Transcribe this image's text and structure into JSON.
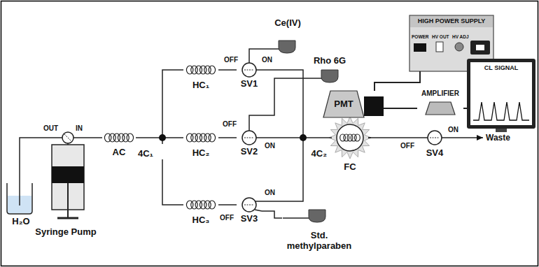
{
  "diagram": {
    "nodes": [
      {
        "text": [
          "Syringe Pump"
        ]
      },
      {
        "text": [
          "H₂O"
        ]
      },
      {
        "text": [
          "AC"
        ]
      },
      {
        "text": [
          "4C₁"
        ]
      },
      {
        "text": [
          "HC₁"
        ]
      },
      {
        "text": [
          "HC₂"
        ]
      },
      {
        "text": [
          "HC₃"
        ]
      },
      {
        "text": [
          "SV1"
        ]
      },
      {
        "text": [
          "SV2"
        ]
      },
      {
        "text": [
          "SV3"
        ]
      },
      {
        "text": [
          "Ce(IV)"
        ]
      },
      {
        "text": [
          "Rho 6G"
        ]
      },
      {
        "text": [
          "Std. methylparaben"
        ]
      },
      {
        "text": [
          "4C₂"
        ]
      },
      {
        "text": [
          "FC"
        ]
      },
      {
        "text": [
          "PMT"
        ]
      },
      {
        "text": [
          "HIGH POWER SUPPLY"
        ]
      },
      {
        "text": [
          "AMPLIFIER"
        ]
      },
      {
        "text": [
          "CL SIGNAL"
        ]
      },
      {
        "text": [
          "SV4"
        ]
      }
    ],
    "edges": [
      {
        "from": 1,
        "to": 0,
        "arrow": "none"
      },
      {
        "from": 0,
        "to": 2,
        "arrow": "none"
      },
      {
        "from": 2,
        "to": 3,
        "arrow": "none"
      },
      {
        "from": 3,
        "to": 4,
        "arrow": "none"
      },
      {
        "from": 3,
        "to": 5,
        "arrow": "none"
      },
      {
        "from": 3,
        "to": 6,
        "arrow": "none"
      },
      {
        "from": 4,
        "to": 7,
        "arrow": "none"
      },
      {
        "from": 5,
        "to": 8,
        "arrow": "none"
      },
      {
        "from": 6,
        "to": 9,
        "arrow": "none"
      },
      {
        "from": 10,
        "to": 7,
        "arrow": "none"
      },
      {
        "from": 11,
        "to": 8,
        "arrow": "none"
      },
      {
        "from": 12,
        "to": 9,
        "arrow": "none"
      },
      {
        "from": 7,
        "to": 13,
        "arrow": "none"
      },
      {
        "from": 8,
        "to": 13,
        "arrow": "none"
      },
      {
        "from": 9,
        "to": 13,
        "arrow": "none"
      },
      {
        "from": 13,
        "to": 14,
        "arrow": "none"
      },
      {
        "from": 14,
        "to": 19,
        "arrow": "none"
      },
      {
        "from": 16,
        "to": 15,
        "arrow": "none"
      },
      {
        "from": 15,
        "to": 17,
        "arrow": "none"
      },
      {
        "from": 17,
        "to": 18,
        "arrow": "none"
      }
    ],
    "labels": [
      "OUT",
      "IN",
      "OFF",
      "ON",
      "OFF",
      "ON",
      "ON",
      "OFF",
      "OFF",
      "ON",
      "Waste",
      "POWER",
      "HV OUT",
      "HV ADJ"
    ]
  }
}
